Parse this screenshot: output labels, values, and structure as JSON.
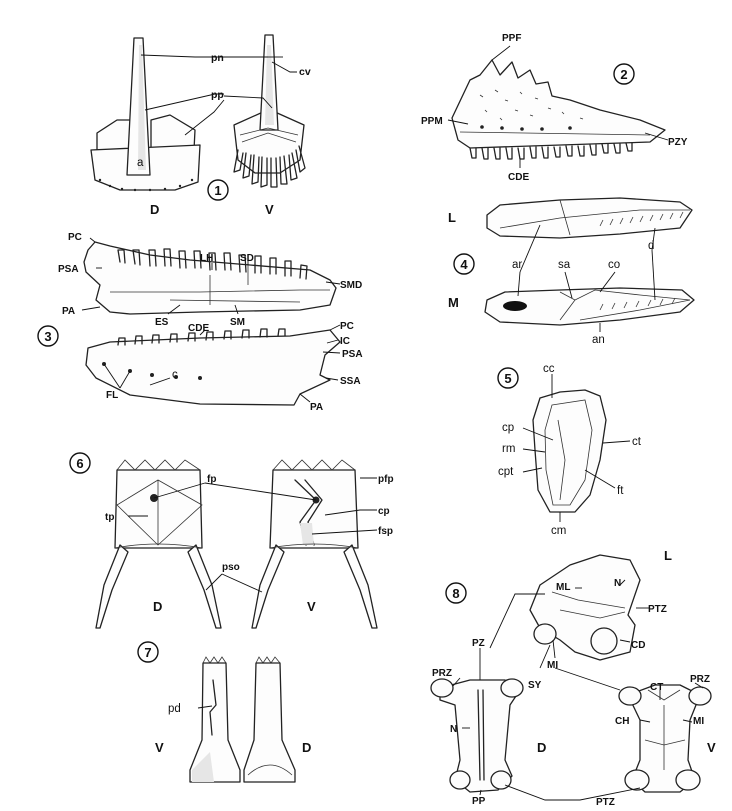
{
  "figure_1": {
    "number": "1",
    "views": [
      "D",
      "V"
    ],
    "labels": [
      "pn",
      "pp",
      "cv",
      "a"
    ]
  },
  "figure_2": {
    "number": "2",
    "labels": [
      "PPF",
      "PPM",
      "PZY",
      "CDE"
    ]
  },
  "figure_3": {
    "number": "3",
    "labels": [
      "PC",
      "PSA",
      "LH",
      "SD",
      "SMD",
      "PA",
      "ES",
      "SM",
      "CDE",
      "PC",
      "IC",
      "PSA",
      "SSA",
      "PA",
      "FL",
      "c"
    ]
  },
  "figure_4": {
    "number": "4",
    "views": [
      "L",
      "M"
    ],
    "labels": [
      "ar",
      "sa",
      "co",
      "d",
      "an"
    ]
  },
  "figure_5": {
    "number": "5",
    "labels": [
      "cc",
      "cp",
      "rm",
      "cpt",
      "ct",
      "ft",
      "cm"
    ]
  },
  "figure_6": {
    "number": "6",
    "views": [
      "D",
      "V"
    ],
    "labels": [
      "fp",
      "pfp",
      "tp",
      "cp",
      "fsp",
      "pso"
    ]
  },
  "figure_7": {
    "number": "7",
    "views": [
      "V",
      "D"
    ],
    "labels": [
      "pd"
    ]
  },
  "figure_8": {
    "number": "8",
    "views": [
      "L",
      "D",
      "V"
    ],
    "labels": [
      "ML",
      "N",
      "PTZ",
      "PZ",
      "CD",
      "MI",
      "PRZ",
      "SY",
      "CT",
      "PRZ",
      "CH",
      "MI",
      "N",
      "PP",
      "PTZ"
    ]
  },
  "colors": {
    "ink": "#222222",
    "background": "#ffffff"
  }
}
